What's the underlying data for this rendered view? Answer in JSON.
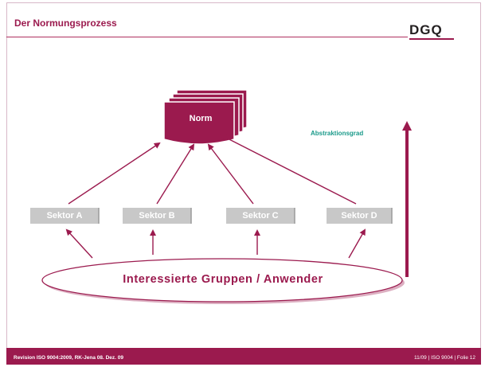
{
  "slide": {
    "title": "Der Normungsprozess",
    "logo": "DGQ"
  },
  "diagram": {
    "norm_label": "Norm",
    "sectors": [
      "Sektor A",
      "Sektor B",
      "Sektor C",
      "Sektor D"
    ],
    "groups_label": "Interessierte Gruppen / Anwender",
    "abstraction_label": "Abstraktionsgrad"
  },
  "footer": {
    "left": "Revision ISO 9004:2009, RK-Jena 08. Dez. 09",
    "right": "11/09 | ISO 9004 | Folie 12"
  },
  "colors": {
    "accent": "#9b1a4e",
    "sector_fill": "#c8c8c8",
    "teal_text": "#1a9a8a"
  }
}
